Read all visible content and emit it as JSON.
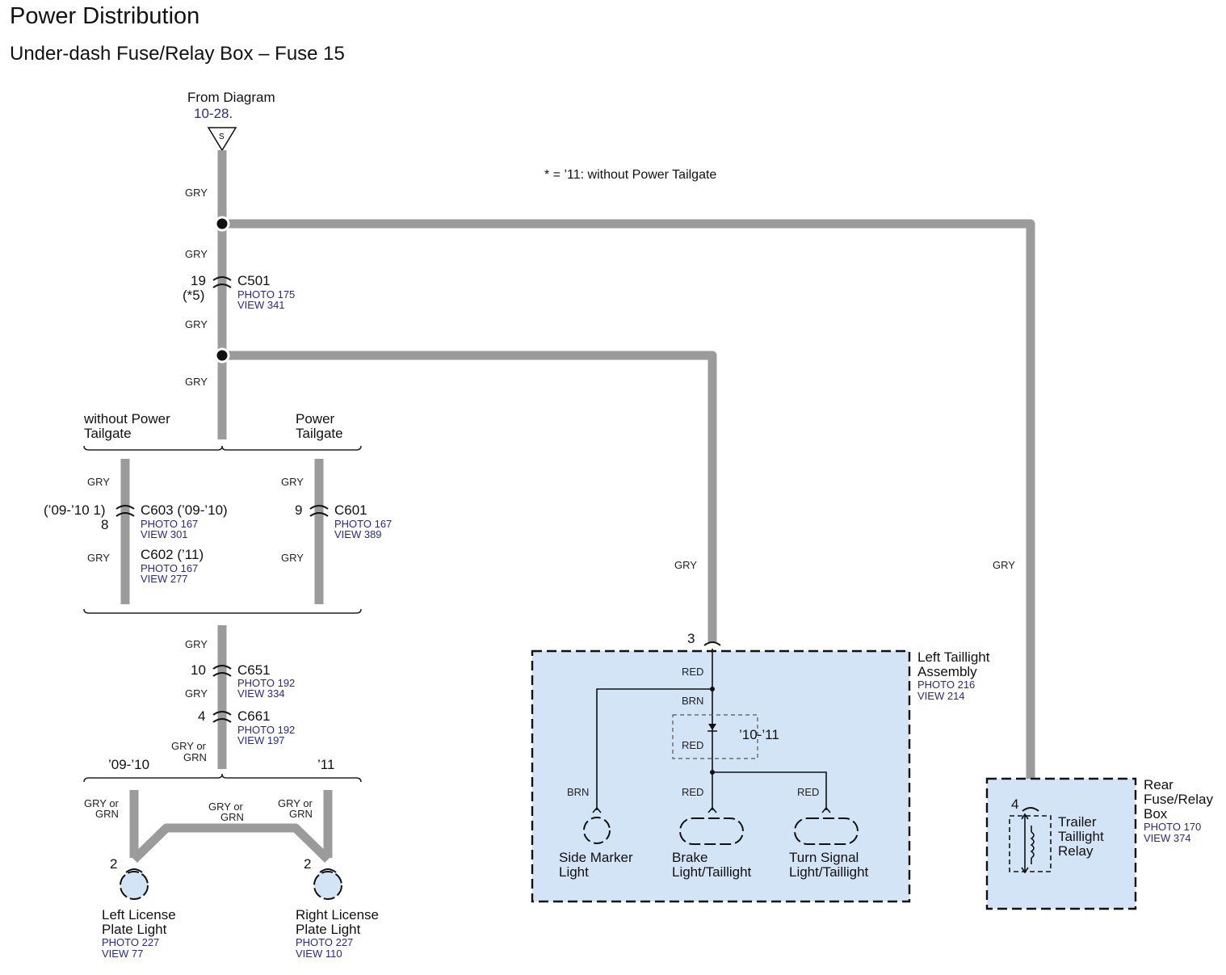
{
  "title": "Power Distribution",
  "subtitle": "Under-dash Fuse/Relay Box – Fuse 15",
  "from_diagram": {
    "label": "From Diagram",
    "ref": "10-28.",
    "symbol": "S"
  },
  "note": "* = ’11: without Power Tailgate",
  "wire_colors": {
    "gry": "GRY",
    "red": "RED",
    "brn": "BRN",
    "gry_or": "GRY or",
    "grn": "GRN"
  },
  "connectors": {
    "c501": {
      "name": "C501",
      "pin": "19",
      "pin_note": "(*5)",
      "photo": "PHOTO 175",
      "view": "VIEW 341"
    },
    "c603": {
      "name": "C603 (’09-’10)",
      "pin": "(’09-’10 1)",
      "pin2": "8",
      "photo": "PHOTO 167",
      "view": "VIEW 301"
    },
    "c602": {
      "name": "C602 (’11)",
      "photo": "PHOTO 167",
      "view": "VIEW 277"
    },
    "c601": {
      "name": "C601",
      "pin": "9",
      "photo": "PHOTO 167",
      "view": "VIEW 389"
    },
    "c651": {
      "name": "C651",
      "pin": "10",
      "photo": "PHOTO 192",
      "view": "VIEW 334"
    },
    "c661": {
      "name": "C661",
      "pin": "4",
      "photo": "PHOTO 192",
      "view": "VIEW 197"
    }
  },
  "option_branches": {
    "without_power_tailgate": [
      "without Power",
      "Tailgate"
    ],
    "power_tailgate": [
      "Power",
      "Tailgate"
    ],
    "year_0910": "’09-’10",
    "year_11": "’11"
  },
  "components": {
    "left_license": {
      "name": [
        "Left License",
        "Plate Light"
      ],
      "pin": "2",
      "photo": "PHOTO 227",
      "view": "VIEW 77"
    },
    "right_license": {
      "name": [
        "Right License",
        "Plate Light"
      ],
      "pin": "2",
      "photo": "PHOTO 227",
      "view": "VIEW 110"
    },
    "left_taillight": {
      "name": [
        "Left Taillight",
        "Assembly"
      ],
      "pin": "3",
      "photo": "PHOTO 216",
      "view": "VIEW 214"
    },
    "side_marker": {
      "name": [
        "Side Marker",
        "Light"
      ]
    },
    "brake": {
      "name": [
        "Brake",
        "Light/Taillight"
      ]
    },
    "turn_signal": {
      "name": [
        "Turn Signal",
        "Light/Taillight"
      ]
    },
    "year_1011": "’10-’11",
    "rear_box": {
      "name": [
        "Rear",
        "Fuse/Relay",
        "Box"
      ],
      "pin": "4",
      "photo": "PHOTO 170",
      "view": "VIEW 374"
    },
    "trailer_relay": {
      "name": [
        "Trailer",
        "Taillight",
        "Relay"
      ]
    }
  },
  "colors": {
    "wire": "#9b9b9b",
    "box_fill": "#d3e4f6",
    "ref_text": "#2a2a8c"
  }
}
